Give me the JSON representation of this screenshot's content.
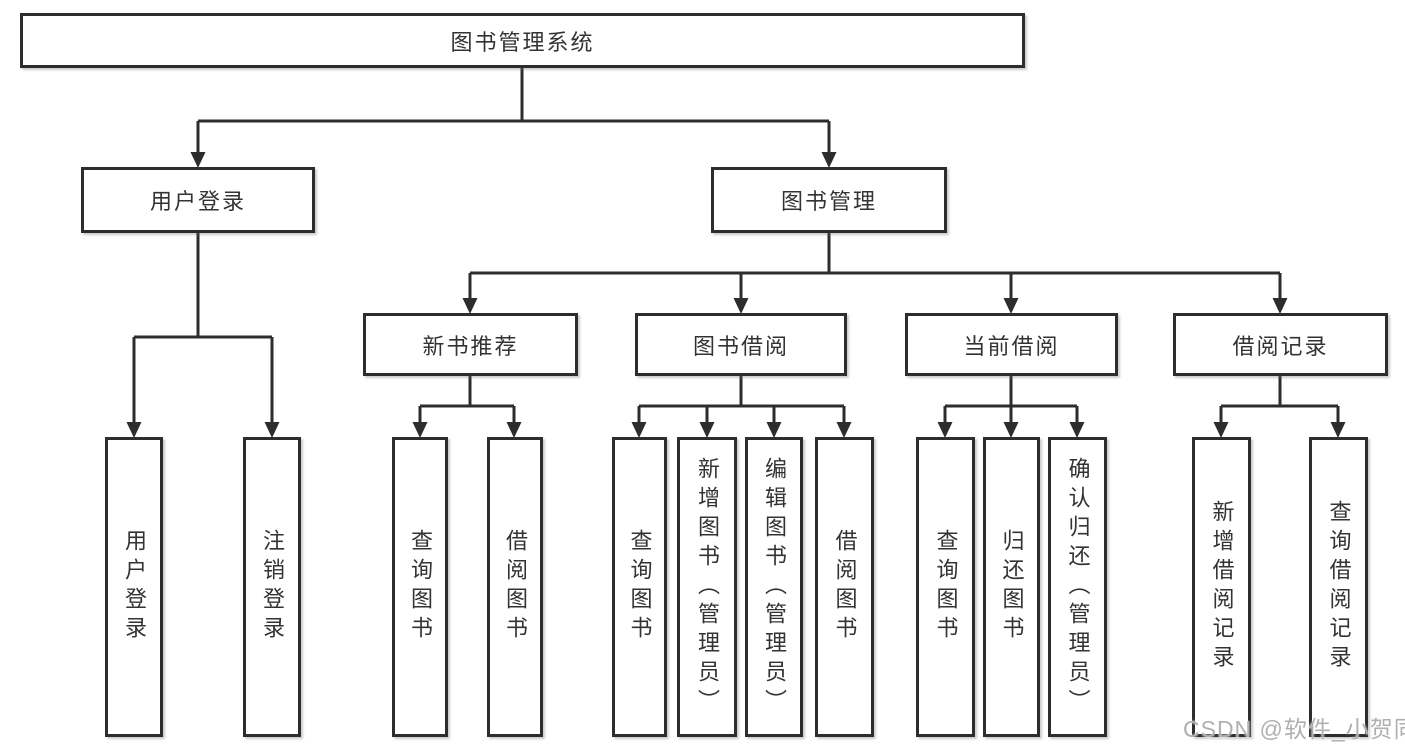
{
  "title_node": "图书管理系统",
  "level2": {
    "user_login": "用户登录",
    "book_mgmt": "图书管理"
  },
  "level3": {
    "new_books": "新书推荐",
    "book_borrow": "图书借阅",
    "current_borrow": "当前借阅",
    "borrow_records": "借阅记录"
  },
  "level4": {
    "user_login": "用户登录",
    "logout": "注销登录",
    "nb_query": "查询图书",
    "nb_borrow": "借阅图书",
    "bb_query": "查询图书",
    "bb_add": "新增图书（管理员）",
    "bb_edit": "编辑图书（管理员）",
    "bb_borrow": "借阅图书",
    "cb_query": "查询图书",
    "cb_return": "归还图书",
    "cb_confirm": "确认归还（管理员）",
    "br_add": "新增借阅记录",
    "br_query": "查询借阅记录"
  },
  "watermark": "CSDN @软件_小贺同学",
  "colors": {
    "line": "#2d2d2d",
    "text": "#333333",
    "watermark": "#b0b0b0",
    "background": "#ffffff"
  }
}
